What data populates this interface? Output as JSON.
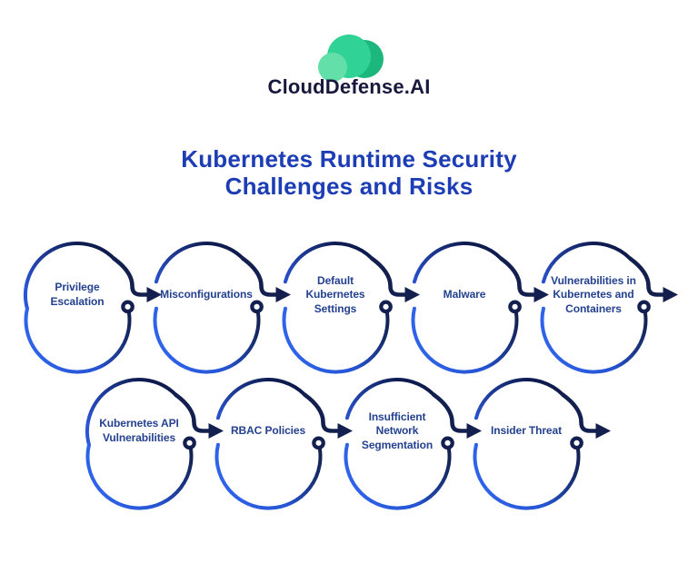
{
  "brand": {
    "name": "CloudDefense.AI",
    "logo_icon": "cloud-icon",
    "logo_colors": {
      "main": "#30D296",
      "dark": "#1CB77C",
      "light": "#63DFAA"
    }
  },
  "title": {
    "line1": "Kubernetes Runtime Security",
    "line2": "Challenges and Risks",
    "color": "#1C3DB4"
  },
  "flow": {
    "style": {
      "arc_dark": "#0E1B4E",
      "arc_bright": "#2E62E8",
      "arrow_color": "#13204F",
      "label_color": "#24418F"
    },
    "rows": [
      {
        "items": [
          {
            "label": "Privilege\nEscalation"
          },
          {
            "label": "Misconfigurations"
          },
          {
            "label": "Default\nKubernetes\nSettings"
          },
          {
            "label": "Malware"
          },
          {
            "label": "Vulnerabilities in\nKubernetes and\nContainers"
          }
        ]
      },
      {
        "items": [
          {
            "label": "Kubernetes API\nVulnerabilities"
          },
          {
            "label": "RBAC Policies"
          },
          {
            "label": "Insufficient\nNetwork\nSegmentation"
          },
          {
            "label": "Insider Threat"
          }
        ]
      }
    ]
  }
}
